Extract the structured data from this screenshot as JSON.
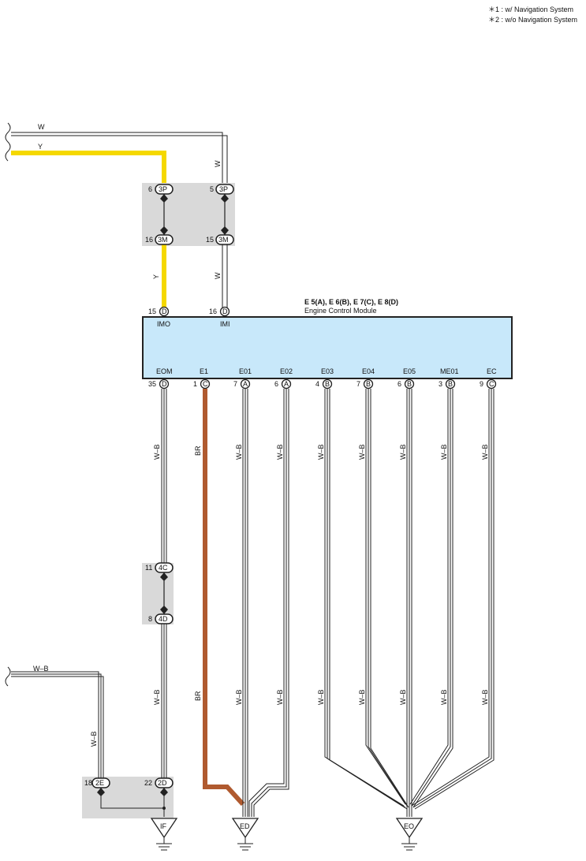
{
  "legend": [
    "＊1 : w/ Navigation System",
    "＊2 : w/o Navigation System"
  ],
  "incoming_wires": {
    "top_w": "W",
    "top_y": "Y",
    "bottom_wb": "W–B"
  },
  "junction_3": {
    "left_top_pin": "6",
    "left_top_code": "3P",
    "left_bot_pin": "16",
    "left_bot_code": "3M",
    "right_top_pin": "5",
    "right_top_code": "3P",
    "right_bot_pin": "15",
    "right_bot_code": "3M"
  },
  "junction_4": {
    "top_pin": "11",
    "top_code": "4C",
    "bot_pin": "8",
    "bot_code": "4D"
  },
  "junction_2": {
    "left_pin": "18",
    "left_code": "2E",
    "right_pin": "22",
    "right_code": "2D"
  },
  "ecm": {
    "connectors": "E 5(A), E 6(B), E 7(C), E 8(D)",
    "name": "Engine Control Module",
    "top_terminals": [
      {
        "pin": "15",
        "conn": "D",
        "label": "IMO"
      },
      {
        "pin": "16",
        "conn": "D",
        "label": "IMI"
      }
    ],
    "bottom_terminals": [
      {
        "pin": "35",
        "conn": "D",
        "label": "EOM",
        "color": "W–B"
      },
      {
        "pin": "1",
        "conn": "C",
        "label": "E1",
        "color": "BR"
      },
      {
        "pin": "7",
        "conn": "A",
        "label": "E01",
        "color": "W–B"
      },
      {
        "pin": "6",
        "conn": "A",
        "label": "E02",
        "color": "W–B"
      },
      {
        "pin": "4",
        "conn": "B",
        "label": "E03",
        "color": "W–B"
      },
      {
        "pin": "7",
        "conn": "B",
        "label": "E04",
        "color": "W–B"
      },
      {
        "pin": "6",
        "conn": "B",
        "label": "E05",
        "color": "W–B"
      },
      {
        "pin": "3",
        "conn": "B",
        "label": "ME01",
        "color": "W–B"
      },
      {
        "pin": "9",
        "conn": "C",
        "label": "EC",
        "color": "W–B"
      }
    ]
  },
  "wire_colors": {
    "y": "Y",
    "w": "W",
    "wb": "W–B",
    "br": "BR"
  },
  "grounds": [
    "IF",
    "ED",
    "EO"
  ],
  "colors": {
    "yellow": "#f5d800",
    "brown": "#b05a2f",
    "ecm_fill": "#c8e8fa",
    "junction_fill": "#d9d9d9"
  }
}
